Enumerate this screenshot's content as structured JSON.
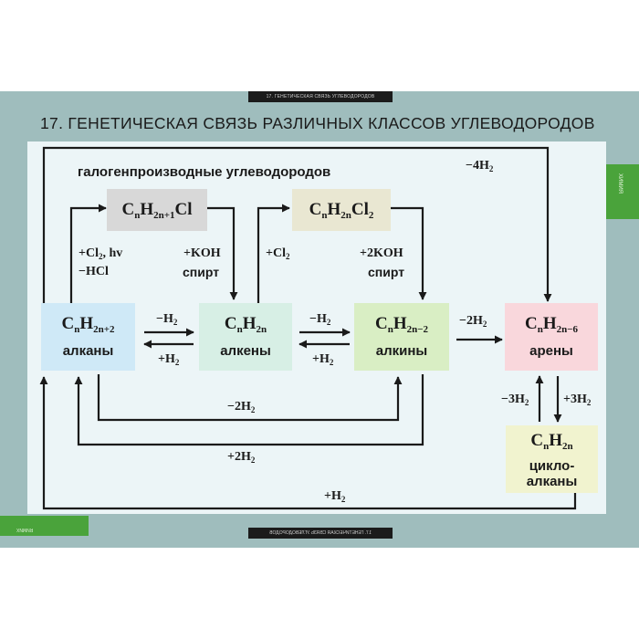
{
  "header_strip": "17. ГЕНЕТИЧЕСКАЯ СВЯЗЬ УГЛЕВОДОРОДОВ",
  "footer_strip": "17. ГЕНЕТИЧЕСКАЯ СВЯЗЬ УГЛЕВОДОРОДОВ",
  "side_tab": "ХИМИЯ",
  "corner_tab": "ХИМИЯ",
  "title": "17. ГЕНЕТИЧЕСКАЯ СВЯЗЬ РАЗЛИЧНЫХ КЛАССОВ УГЛЕВОДОРОДОВ",
  "subtitle": "галогенпроизводные углеводородов",
  "colors": {
    "alkane": "#cfe9f7",
    "alkene": "#d7efe5",
    "alkyne": "#d9eec4",
    "arene": "#f9d7dc",
    "cycloalkane": "#f1f3cf",
    "halide": "#d8d8d8",
    "halide2": "#e9e7d2",
    "frame": "#9fbdbd",
    "accent": "#4aa33b"
  },
  "compounds": {
    "halide1": {
      "C": "C",
      "n1": "n",
      "H": "H",
      "i1": "2n+1",
      "rest": "Cl"
    },
    "halide2": {
      "C": "C",
      "n1": "n",
      "H": "H",
      "i1": "2n",
      "rest": "Cl",
      "i2": "2"
    },
    "alkane": {
      "C": "C",
      "n1": "n",
      "H": "H",
      "i1": "2n+2",
      "name": "алканы"
    },
    "alkene": {
      "C": "C",
      "n1": "n",
      "H": "H",
      "i1": "2n",
      "name": "алкены"
    },
    "alkyne": {
      "C": "C",
      "n1": "n",
      "H": "H",
      "i1": "2n−2",
      "name": "алкины"
    },
    "arene": {
      "C": "C",
      "n1": "n",
      "H": "H",
      "i1": "2n−6",
      "name": "арены"
    },
    "cycloalkane": {
      "C": "C",
      "n1": "n",
      "H": "H",
      "i1": "2n",
      "name1": "цикло-",
      "name2": "алканы"
    }
  },
  "labels": {
    "top_dehydro": {
      "a": "−4H",
      "b": "2"
    },
    "cl2_hv": {
      "a": "+Cl",
      "b": "2",
      "c": ", hv"
    },
    "minus_hcl": "−HCl",
    "koh": "+KOH",
    "koh_spirit": "спирт",
    "plus_cl2": {
      "a": "+Cl",
      "b": "2"
    },
    "koh2": "+2KOH",
    "koh2_spirit": "спирт",
    "ane_ene_minus": {
      "a": "−H",
      "b": "2"
    },
    "ane_ene_plus": {
      "a": "+H",
      "b": "2"
    },
    "ene_yne_minus": {
      "a": "−H",
      "b": "2"
    },
    "ene_yne_plus": {
      "a": "+H",
      "b": "2"
    },
    "yne_arene": {
      "a": "−2H",
      "b": "2"
    },
    "arene_minus": {
      "a": "−3H",
      "b": "2"
    },
    "arene_plus": {
      "a": "+3H",
      "b": "2"
    },
    "loop_minus2": {
      "a": "−2H",
      "b": "2"
    },
    "loop_plus2": {
      "a": "+2H",
      "b": "2"
    },
    "loop_plus": {
      "a": "+H",
      "b": "2"
    }
  }
}
